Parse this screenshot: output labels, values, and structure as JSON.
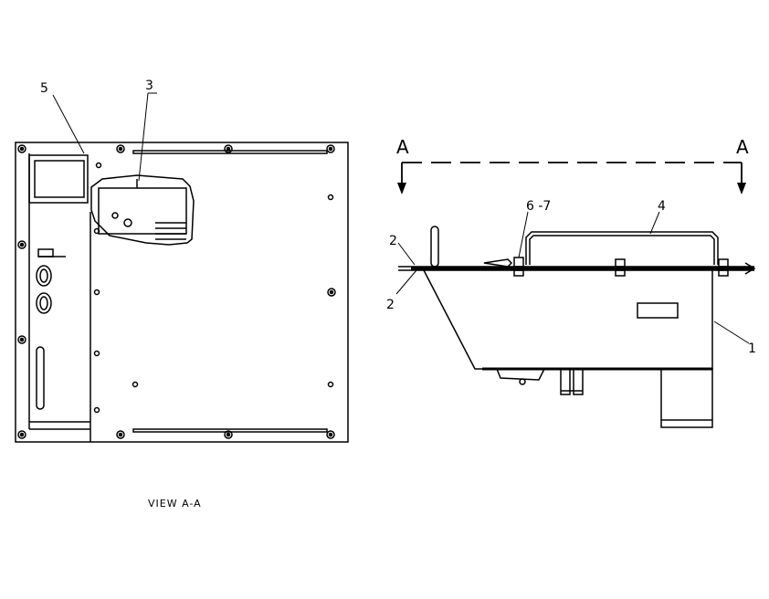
{
  "callouts": {
    "c1": "1",
    "c2a": "2",
    "c2b": "2",
    "c3": "3",
    "c4": "4",
    "c5": "5",
    "c67": "6 -7"
  },
  "section": {
    "left_marker": "A",
    "right_marker": "A"
  },
  "caption": "VIEW  A-A",
  "colors": {
    "line": "#000000",
    "background": "#ffffff"
  }
}
